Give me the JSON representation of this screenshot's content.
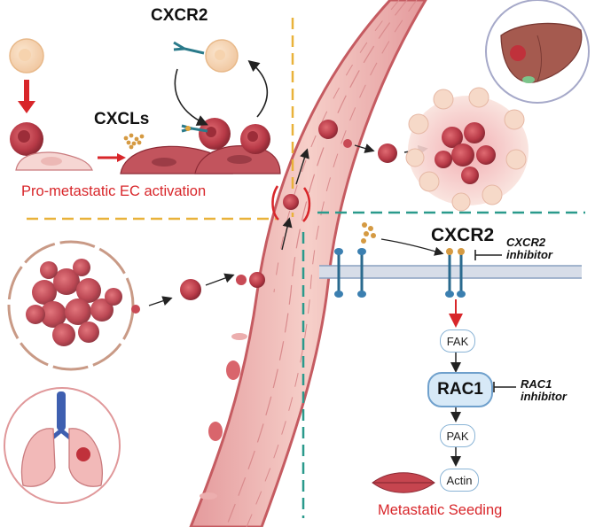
{
  "labels": {
    "cxcr2_top": "CXCR2",
    "cxcls": "CXCLs",
    "pro_metastatic": "Pro-metastatic EC activation",
    "cxcr2_right": "CXCR2",
    "cxcr2_inhibitor": "CXCR2\ninhibitor",
    "rac1_inhibitor": "RAC1\ninhibitor",
    "metastatic_seeding": "Metastatic Seeding"
  },
  "pathway": {
    "fak": "FAK",
    "rac1": "RAC1",
    "pak": "PAK",
    "actin": "Actin"
  },
  "colors": {
    "accent_red": "#d8262a",
    "dash_orange": "#e9b23a",
    "dash_teal": "#2a9a8c",
    "node_border": "#8ab4d6",
    "node_fill_rac1": "#d7e9f7",
    "vessel": "#e8a3a3",
    "cell": "#c84a55"
  }
}
